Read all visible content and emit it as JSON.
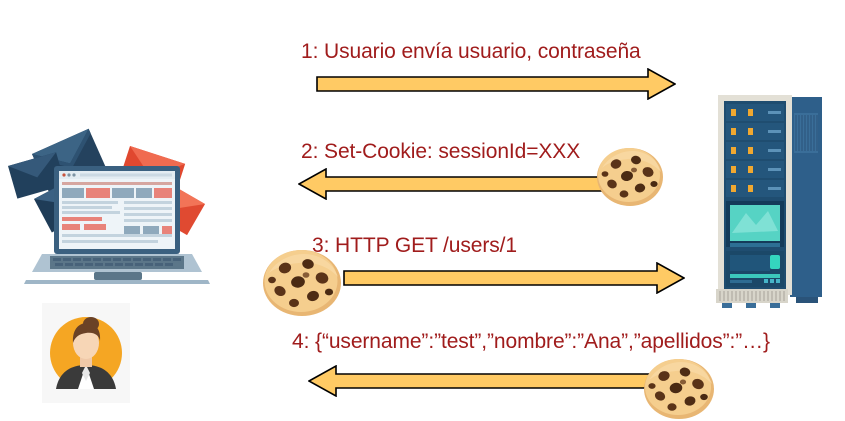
{
  "diagram": {
    "title": "Cookie-based session authentication sequence",
    "colors": {
      "label_text": "#A01C1C",
      "arrow_fill": "#FFCA64",
      "arrow_stroke": "#000000",
      "background": "#FFFFFF",
      "avatar_circle": "#F5A623",
      "server_body": "#2E5F8A",
      "envelope_dark": "#2C4A66",
      "envelope_red": "#E8503A"
    },
    "messages": [
      {
        "number": "1",
        "label": "1: Usuario envía usuario, contraseña",
        "direction": "right",
        "cookie": "none",
        "from": "client",
        "to": "server"
      },
      {
        "number": "2",
        "label": "2: Set-Cookie: sessionId=XXX",
        "direction": "left",
        "cookie": "right-end",
        "from": "server",
        "to": "client"
      },
      {
        "number": "3",
        "label": "3: HTTP GET /users/1",
        "direction": "right",
        "cookie": "left-end",
        "from": "client",
        "to": "server"
      },
      {
        "number": "4",
        "label": "4: {“username”:”test”,”nombre”:”Ana”,”apellidos”:”…}",
        "direction": "left",
        "cookie": "right-end",
        "from": "server",
        "to": "client"
      }
    ],
    "actors": {
      "client": {
        "name": "laptop-with-envelopes",
        "description": "Laptop illustration with dark blue and red envelopes"
      },
      "user": {
        "name": "user-avatar",
        "description": "Circular avatar of a woman in a dark suit on an orange circle"
      },
      "server": {
        "name": "server-rack",
        "description": "Blue server rack tower with a teal monitor screen"
      }
    },
    "cookie_icon_name": "cookie-icon"
  }
}
